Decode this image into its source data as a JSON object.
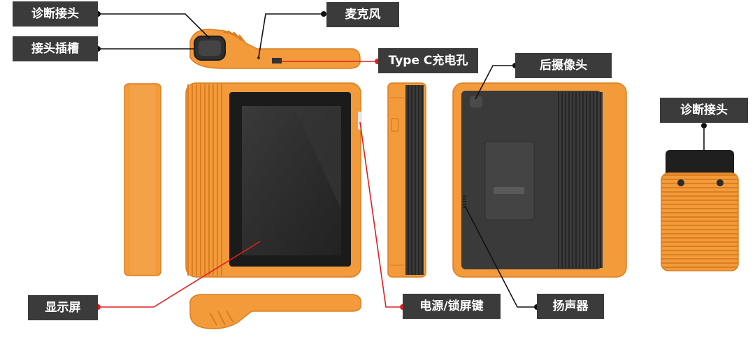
{
  "colors": {
    "body_orange": "#f39a3a",
    "body_orange_dark": "#d97f22",
    "screen_dark": "#2b2b2b",
    "label_bg": "#3b3b3b",
    "label_text": "#ffffff",
    "leader_red": "#e02020",
    "leader_black": "#111111"
  },
  "callouts": {
    "diagnostic_connector_top": "诊断接头",
    "connector_slot": "接头插槽",
    "microphone": "麦克风",
    "type_c_port": "Type C充电孔",
    "rear_camera": "后摄像头",
    "diagnostic_connector_right": "诊断接头",
    "display": "显示屏",
    "power_lock_key": "电源/锁屏键",
    "speaker": "扬声器"
  }
}
